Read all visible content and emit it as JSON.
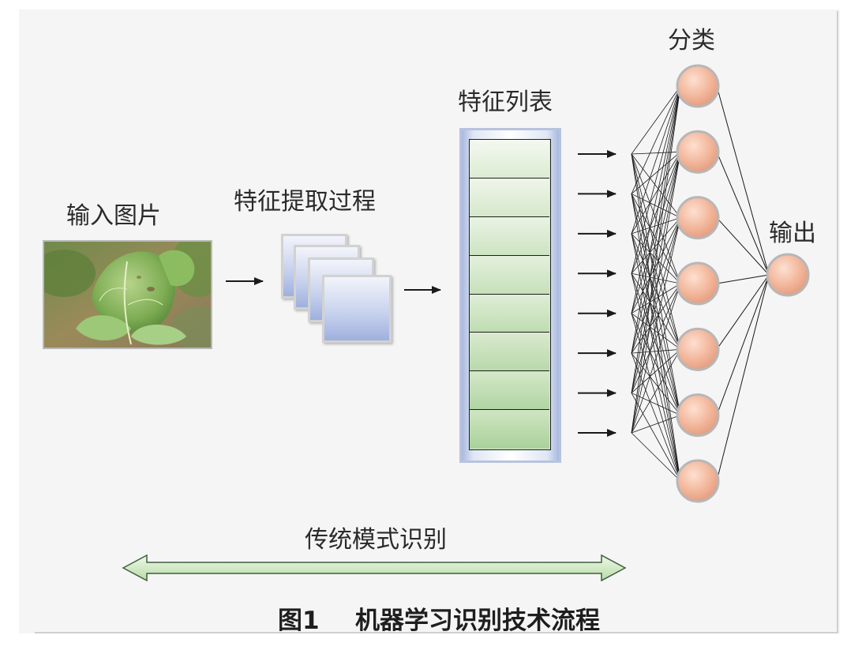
{
  "labels": {
    "input_image": "输入图片",
    "feature_extraction": "特征提取过程",
    "feature_list": "特征列表",
    "classification": "分类",
    "output": "输出",
    "traditional_pattern_recognition": "传统模式识别"
  },
  "caption": {
    "figure_number": "图1",
    "title": "机器学习识别技术流程"
  },
  "feature_list_rows": 8,
  "network": {
    "classifier_nodes": 7,
    "output_nodes": 1
  },
  "colors": {
    "node_fill": "#f2b59a",
    "feature_cell_top": "#f4f8f1",
    "feature_cell_bottom": "#a9d19a",
    "double_arrow_fill": "#cfe6c2",
    "feature_card": "#a9b8e2"
  },
  "icons": {
    "input_photo": "plant-leaf-photo"
  }
}
